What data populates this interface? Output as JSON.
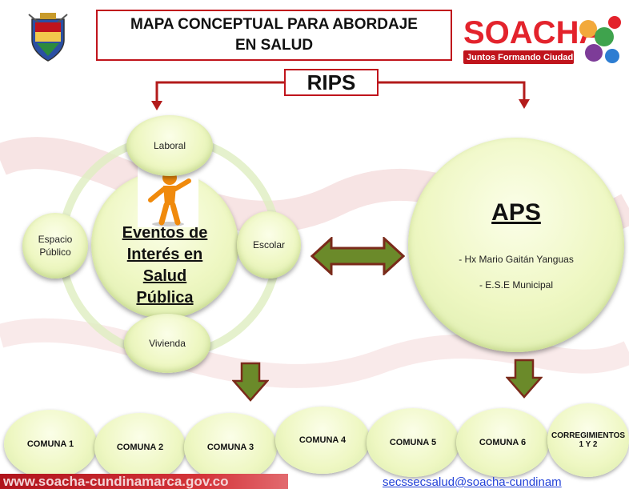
{
  "header": {
    "title": "MAPA CONCEPTUAL PARA ABORDAJE EN SALUD",
    "rips": "RIPS"
  },
  "logo": {
    "brand": "SOACHA",
    "tagline": "Juntos Formando Ciudad",
    "crest_icon": "coat-of-arms-icon"
  },
  "left_cluster": {
    "center": "Eventos de Interés en Salud Pública",
    "satellites": [
      "Laboral",
      "Escolar",
      "Vivienda",
      "Espacio Público"
    ],
    "figure_icon": "orange-person-icon"
  },
  "aps": {
    "title": "APS",
    "items": [
      "- Hx Mario Gaitán Yanguas",
      "- E.S.E Municipal"
    ]
  },
  "comunas": [
    "COMUNA 1",
    "COMUNA 2",
    "COMUNA 3",
    "COMUNA 4",
    "COMUNA 5",
    "COMUNA 6",
    "CORREGIMIENTOS 1 Y 2"
  ],
  "footer": {
    "website": "www.soacha-cundinamarca.gov.co",
    "email": "secssecsalud@soacha-cundinam"
  },
  "colors": {
    "title_border": "#c0141c",
    "connector": "#b31b1b",
    "arrow_green": "#6b8a2a",
    "arrow_dark": "#7a2a1a",
    "bubble_fill": "#eef7c2"
  }
}
